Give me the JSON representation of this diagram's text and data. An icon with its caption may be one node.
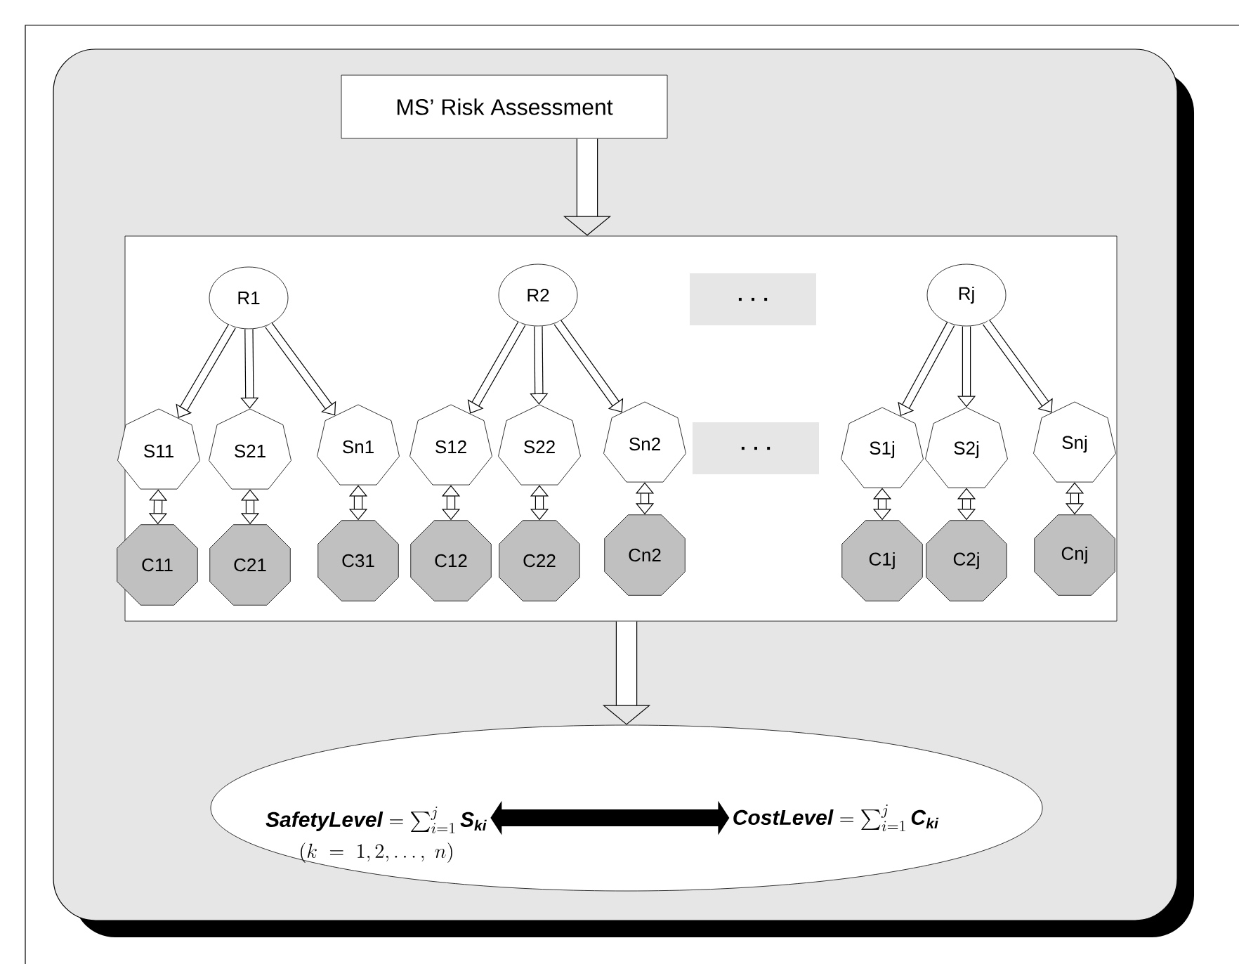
{
  "diagram": {
    "nodes": [
      {
        "text": [
          "MS’ Risk Assessment"
        ]
      },
      {
        "text": [],
        "shape": "box"
      },
      {
        "text": [
          "R1"
        ],
        "in": 1
      },
      {
        "text": [
          "R2"
        ],
        "in": 1
      },
      {
        "text": [
          ". . ."
        ],
        "in": 1
      },
      {
        "text": [
          "Rj"
        ],
        "in": 1
      },
      {
        "text": [
          "S11"
        ],
        "in": 1
      },
      {
        "text": [
          "S21"
        ],
        "in": 1
      },
      {
        "text": [
          "Sn1"
        ],
        "in": 1
      },
      {
        "text": [
          "S12"
        ],
        "in": 1
      },
      {
        "text": [
          "S22"
        ],
        "in": 1
      },
      {
        "text": [
          "Sn2"
        ],
        "in": 1
      },
      {
        "text": [
          ". . ."
        ],
        "in": 1
      },
      {
        "text": [
          "S1j"
        ],
        "in": 1
      },
      {
        "text": [
          "S2j"
        ],
        "in": 1
      },
      {
        "text": [
          "Snj"
        ],
        "in": 1
      },
      {
        "text": [
          "C11"
        ],
        "in": 1
      },
      {
        "text": [
          "C21"
        ],
        "in": 1
      },
      {
        "text": [
          "C31"
        ],
        "in": 1
      },
      {
        "text": [
          "C12"
        ],
        "in": 1
      },
      {
        "text": [
          "C22"
        ],
        "in": 1
      },
      {
        "text": [
          "Cn2"
        ],
        "in": 1
      },
      {
        "text": [
          "C1j"
        ],
        "in": 1
      },
      {
        "text": [
          "C2j"
        ],
        "in": 1
      },
      {
        "text": [
          "Cnj"
        ],
        "in": 1
      },
      {
        "text": [],
        "shape": "ellipse"
      },
      {
        "text": [
          "\\textbf{\\textit{SafetyLevel}} = \\sum_{i=1}^{j} \\textbf{\\textit{S}}_{\\textbf{\\textit{ki}}}",
          "(k\\ =\\ 1,2,\\ldots,\\ n)"
        ],
        "in": 25
      },
      {
        "text": [
          "\\textbf{\\textit{CostLevel}} = \\sum_{i=1}^{j} \\textbf{\\textit{C}}_{\\textbf{\\textit{ki}}}"
        ],
        "in": 25
      }
    ],
    "edges": [
      {
        "from": 0,
        "to": 1,
        "arrow": "to",
        "style": "thick"
      },
      {
        "from": 2,
        "to": 6,
        "arrow": "to"
      },
      {
        "from": 2,
        "to": 7,
        "arrow": "to"
      },
      {
        "from": 2,
        "to": 8,
        "arrow": "to"
      },
      {
        "from": 3,
        "to": 9,
        "arrow": "to"
      },
      {
        "from": 3,
        "to": 10,
        "arrow": "to"
      },
      {
        "from": 3,
        "to": 11,
        "arrow": "to"
      },
      {
        "from": 5,
        "to": 13,
        "arrow": "to"
      },
      {
        "from": 5,
        "to": 14,
        "arrow": "to"
      },
      {
        "from": 5,
        "to": 15,
        "arrow": "to"
      },
      {
        "from": 6,
        "to": 16,
        "arrow": "both"
      },
      {
        "from": 7,
        "to": 17,
        "arrow": "both"
      },
      {
        "from": 8,
        "to": 18,
        "arrow": "both"
      },
      {
        "from": 9,
        "to": 19,
        "arrow": "both"
      },
      {
        "from": 10,
        "to": 20,
        "arrow": "both"
      },
      {
        "from": 11,
        "to": 21,
        "arrow": "both"
      },
      {
        "from": 13,
        "to": 22,
        "arrow": "both"
      },
      {
        "from": 14,
        "to": 23,
        "arrow": "both"
      },
      {
        "from": 15,
        "to": 24,
        "arrow": "both"
      },
      {
        "from": 1,
        "to": 25,
        "arrow": "to",
        "style": "thick"
      },
      {
        "from": 26,
        "to": 27,
        "arrow": "both",
        "style": "thick"
      }
    ]
  }
}
